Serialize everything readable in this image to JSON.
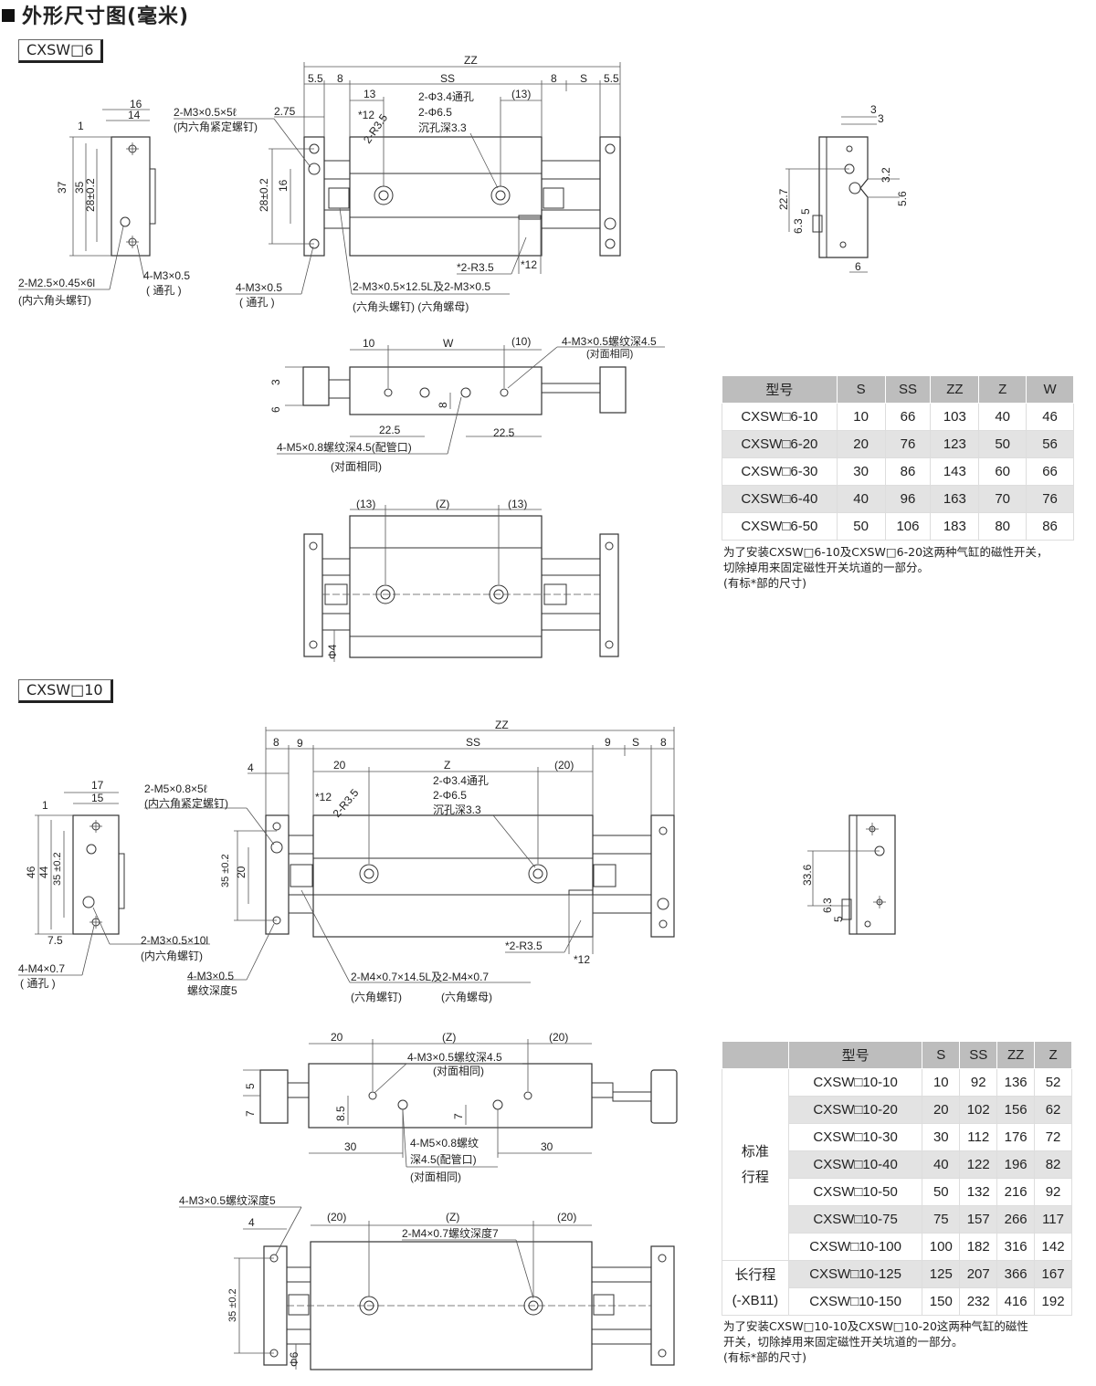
{
  "title": "外形尺寸图(毫米)",
  "section1": {
    "model": "CXSW□6",
    "table": {
      "headers": [
        "型号",
        "S",
        "SS",
        "ZZ",
        "Z",
        "W"
      ],
      "rows": [
        [
          "CXSW□6-10",
          "10",
          "66",
          "103",
          "40",
          "46"
        ],
        [
          "CXSW□6-20",
          "20",
          "76",
          "123",
          "50",
          "56"
        ],
        [
          "CXSW□6-30",
          "30",
          "86",
          "143",
          "60",
          "66"
        ],
        [
          "CXSW□6-40",
          "40",
          "96",
          "163",
          "70",
          "76"
        ],
        [
          "CXSW□6-50",
          "50",
          "106",
          "183",
          "80",
          "86"
        ]
      ]
    },
    "notes": [
      "为了安装CXSW□6-10及CXSW□6-20这两种气缸的磁性开关，",
      "切除掉用来固定磁性开关坑道的一部分。",
      "(有标*部的尺寸)"
    ],
    "side_view": {
      "d16": "16",
      "d14": "14",
      "d1": "1",
      "d37": "37",
      "d35": "35",
      "d28": "28±0.2",
      "note_a": "2-M2.5×0.45×6l",
      "note_a2": "(内六角头螺钉)",
      "note_b": "4-M3×0.5",
      "note_b2": "( 通孔 )"
    },
    "front_view": {
      "zz": "ZZ",
      "d55a": "5.5",
      "d8a": "8",
      "ss": "SS",
      "d8b": "8",
      "s": "S",
      "d55b": "5.5",
      "d13": "13",
      "d13p": "(13)",
      "d275": "2.75",
      "d12": "*12",
      "r35": "2-R3.5",
      "h1": "2-Φ3.4通孔",
      "h2": "2-Φ6.5",
      "h3": "沉孔深3.3",
      "d28": "28±0.2",
      "d16": "16",
      "n1": "2-M3×0.5×5ℓ",
      "n1b": "(内六角紧定螺钉)",
      "n2": "4-M3×0.5",
      "n2b": "( 通孔 )",
      "n3": "2-M3×0.5×12.5L及2-M3×0.5",
      "n3b": "(六角头螺钉)  (六角螺母)",
      "r35b": "*2-R3.5",
      "d12b": "*12"
    },
    "top_view": {
      "d10": "10",
      "w": "W",
      "d10p": "(10)",
      "n1": "4-M3×0.5螺纹深4.5",
      "n1b": "(对面相同)",
      "d3": "3",
      "d6": "6",
      "d8": "8",
      "d225a": "22.5",
      "d225b": "22.5",
      "n2": "4-M5×0.8螺纹深4.5(配管口)",
      "n2b": "(对面相同)"
    },
    "bottom_view": {
      "d13a": "(13)",
      "z": "(Z)",
      "d13b": "(13)",
      "phi4": "Φ4"
    },
    "end_view": {
      "d3a": "3",
      "d3b": "3",
      "d32": "3.2",
      "d56": "5.6",
      "d227": "22.7",
      "d5": "5",
      "d63": "6.3",
      "d6": "6"
    }
  },
  "section2": {
    "model": "CXSW□10",
    "table": {
      "headers": [
        "型号",
        "S",
        "SS",
        "ZZ",
        "Z"
      ],
      "groups": [
        "标准\n行程",
        "长行程\n(-XB11)"
      ],
      "rows": [
        [
          "CXSW□10-10",
          "10",
          "92",
          "136",
          "52"
        ],
        [
          "CXSW□10-20",
          "20",
          "102",
          "156",
          "62"
        ],
        [
          "CXSW□10-30",
          "30",
          "112",
          "176",
          "72"
        ],
        [
          "CXSW□10-40",
          "40",
          "122",
          "196",
          "82"
        ],
        [
          "CXSW□10-50",
          "50",
          "132",
          "216",
          "92"
        ],
        [
          "CXSW□10-75",
          "75",
          "157",
          "266",
          "117"
        ],
        [
          "CXSW□10-100",
          "100",
          "182",
          "316",
          "142"
        ],
        [
          "CXSW□10-125",
          "125",
          "207",
          "366",
          "167"
        ],
        [
          "CXSW□10-150",
          "150",
          "232",
          "416",
          "192"
        ]
      ]
    },
    "notes": [
      "为了安装CXSW□10-10及CXSW□10-20这两种气缸的磁性",
      "开关，切除掉用来固定磁性开关坑道的一部分。",
      "(有标*部的尺寸)"
    ],
    "side_view": {
      "d17": "17",
      "d15": "15",
      "d1": "1",
      "d46": "46",
      "d44": "44",
      "d35": "35 ±0.2",
      "d75": "7.5",
      "n1": "2-M3×0.5×10l",
      "n1b": "(内六角螺钉)",
      "n2": "4-M4×0.7",
      "n2b": "( 通孔 )"
    },
    "front_view": {
      "zz": "ZZ",
      "d8a": "8",
      "d9a": "9",
      "ss": "SS",
      "d9b": "9",
      "s": "S",
      "d8b": "8",
      "d4": "4",
      "d20": "20",
      "z": "Z",
      "d20p": "(20)",
      "d12": "*12",
      "r35": "2-R3.5",
      "h1": "2-Φ3.4通孔",
      "h2": "2-Φ6.5",
      "h3": "沉孔深3.3",
      "n1": "2-M5×0.8×5ℓ",
      "n1b": "(内六角紧定螺钉)",
      "d35": "35 ±0.2",
      "d20v": "20",
      "r35b": "*2-R3.5",
      "d12b": "*12",
      "n2": "4-M3×0.5",
      "n2b": "螺纹深度5",
      "n3": "2-M4×0.7×14.5L及2-M4×0.7",
      "n3b1": "(六角螺钉)",
      "n3b2": "(六角螺母)"
    },
    "top_view": {
      "d20": "20",
      "z": "(Z)",
      "d20p": "(20)",
      "n1": "4-M3×0.5螺纹深4.5",
      "n1b": "(对面相同)",
      "d5": "5",
      "d7": "7",
      "d85": "8.5",
      "d7b": "7",
      "d30a": "30",
      "d30b": "30",
      "n2": "4-M5×0.8螺纹",
      "n2b": "深4.5(配管口)",
      "n2c": "(对面相同)"
    },
    "bottom_view": {
      "n1": "4-M3×0.5螺纹深度5",
      "d4": "4",
      "d20a": "(20)",
      "z": "(Z)",
      "d20b": "(20)",
      "n2": "2-M4×0.7螺纹深度7",
      "d35": "35 ±0.2",
      "phi6": "Φ6"
    },
    "end_view": {
      "d336": "33.6",
      "d63": "6.3",
      "d5": "5"
    }
  }
}
